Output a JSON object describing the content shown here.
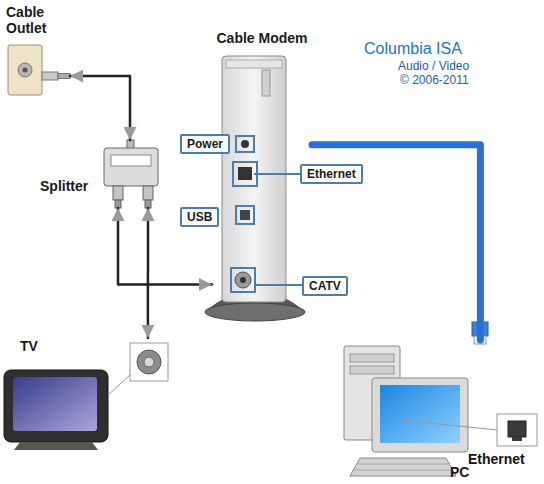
{
  "diagram": {
    "nodes": [
      {
        "text": [
          "Cable Outlet"
        ]
      },
      {
        "text": [
          "Cable Modem"
        ]
      },
      {
        "text": [
          "Power"
        ]
      },
      {
        "text": [
          "Ethernet"
        ]
      },
      {
        "text": [
          "Splitter"
        ]
      },
      {
        "text": [
          "USB"
        ]
      },
      {
        "text": [
          "CATV"
        ]
      },
      {
        "text": [
          "TV"
        ]
      },
      {
        "text": [
          "PC"
        ]
      }
    ],
    "edges": [
      {
        "from": 0,
        "to": 4,
        "arrow": "both"
      },
      {
        "from": 4,
        "to": 7,
        "arrow": "both"
      },
      {
        "from": 4,
        "to": 1,
        "arrow": "both"
      },
      {
        "from": 1,
        "to": 8,
        "arrow": "none"
      }
    ],
    "labels": [
      "Columbia ISA",
      "Audio / Video",
      "© 2006-2011",
      "Ethernet"
    ]
  }
}
